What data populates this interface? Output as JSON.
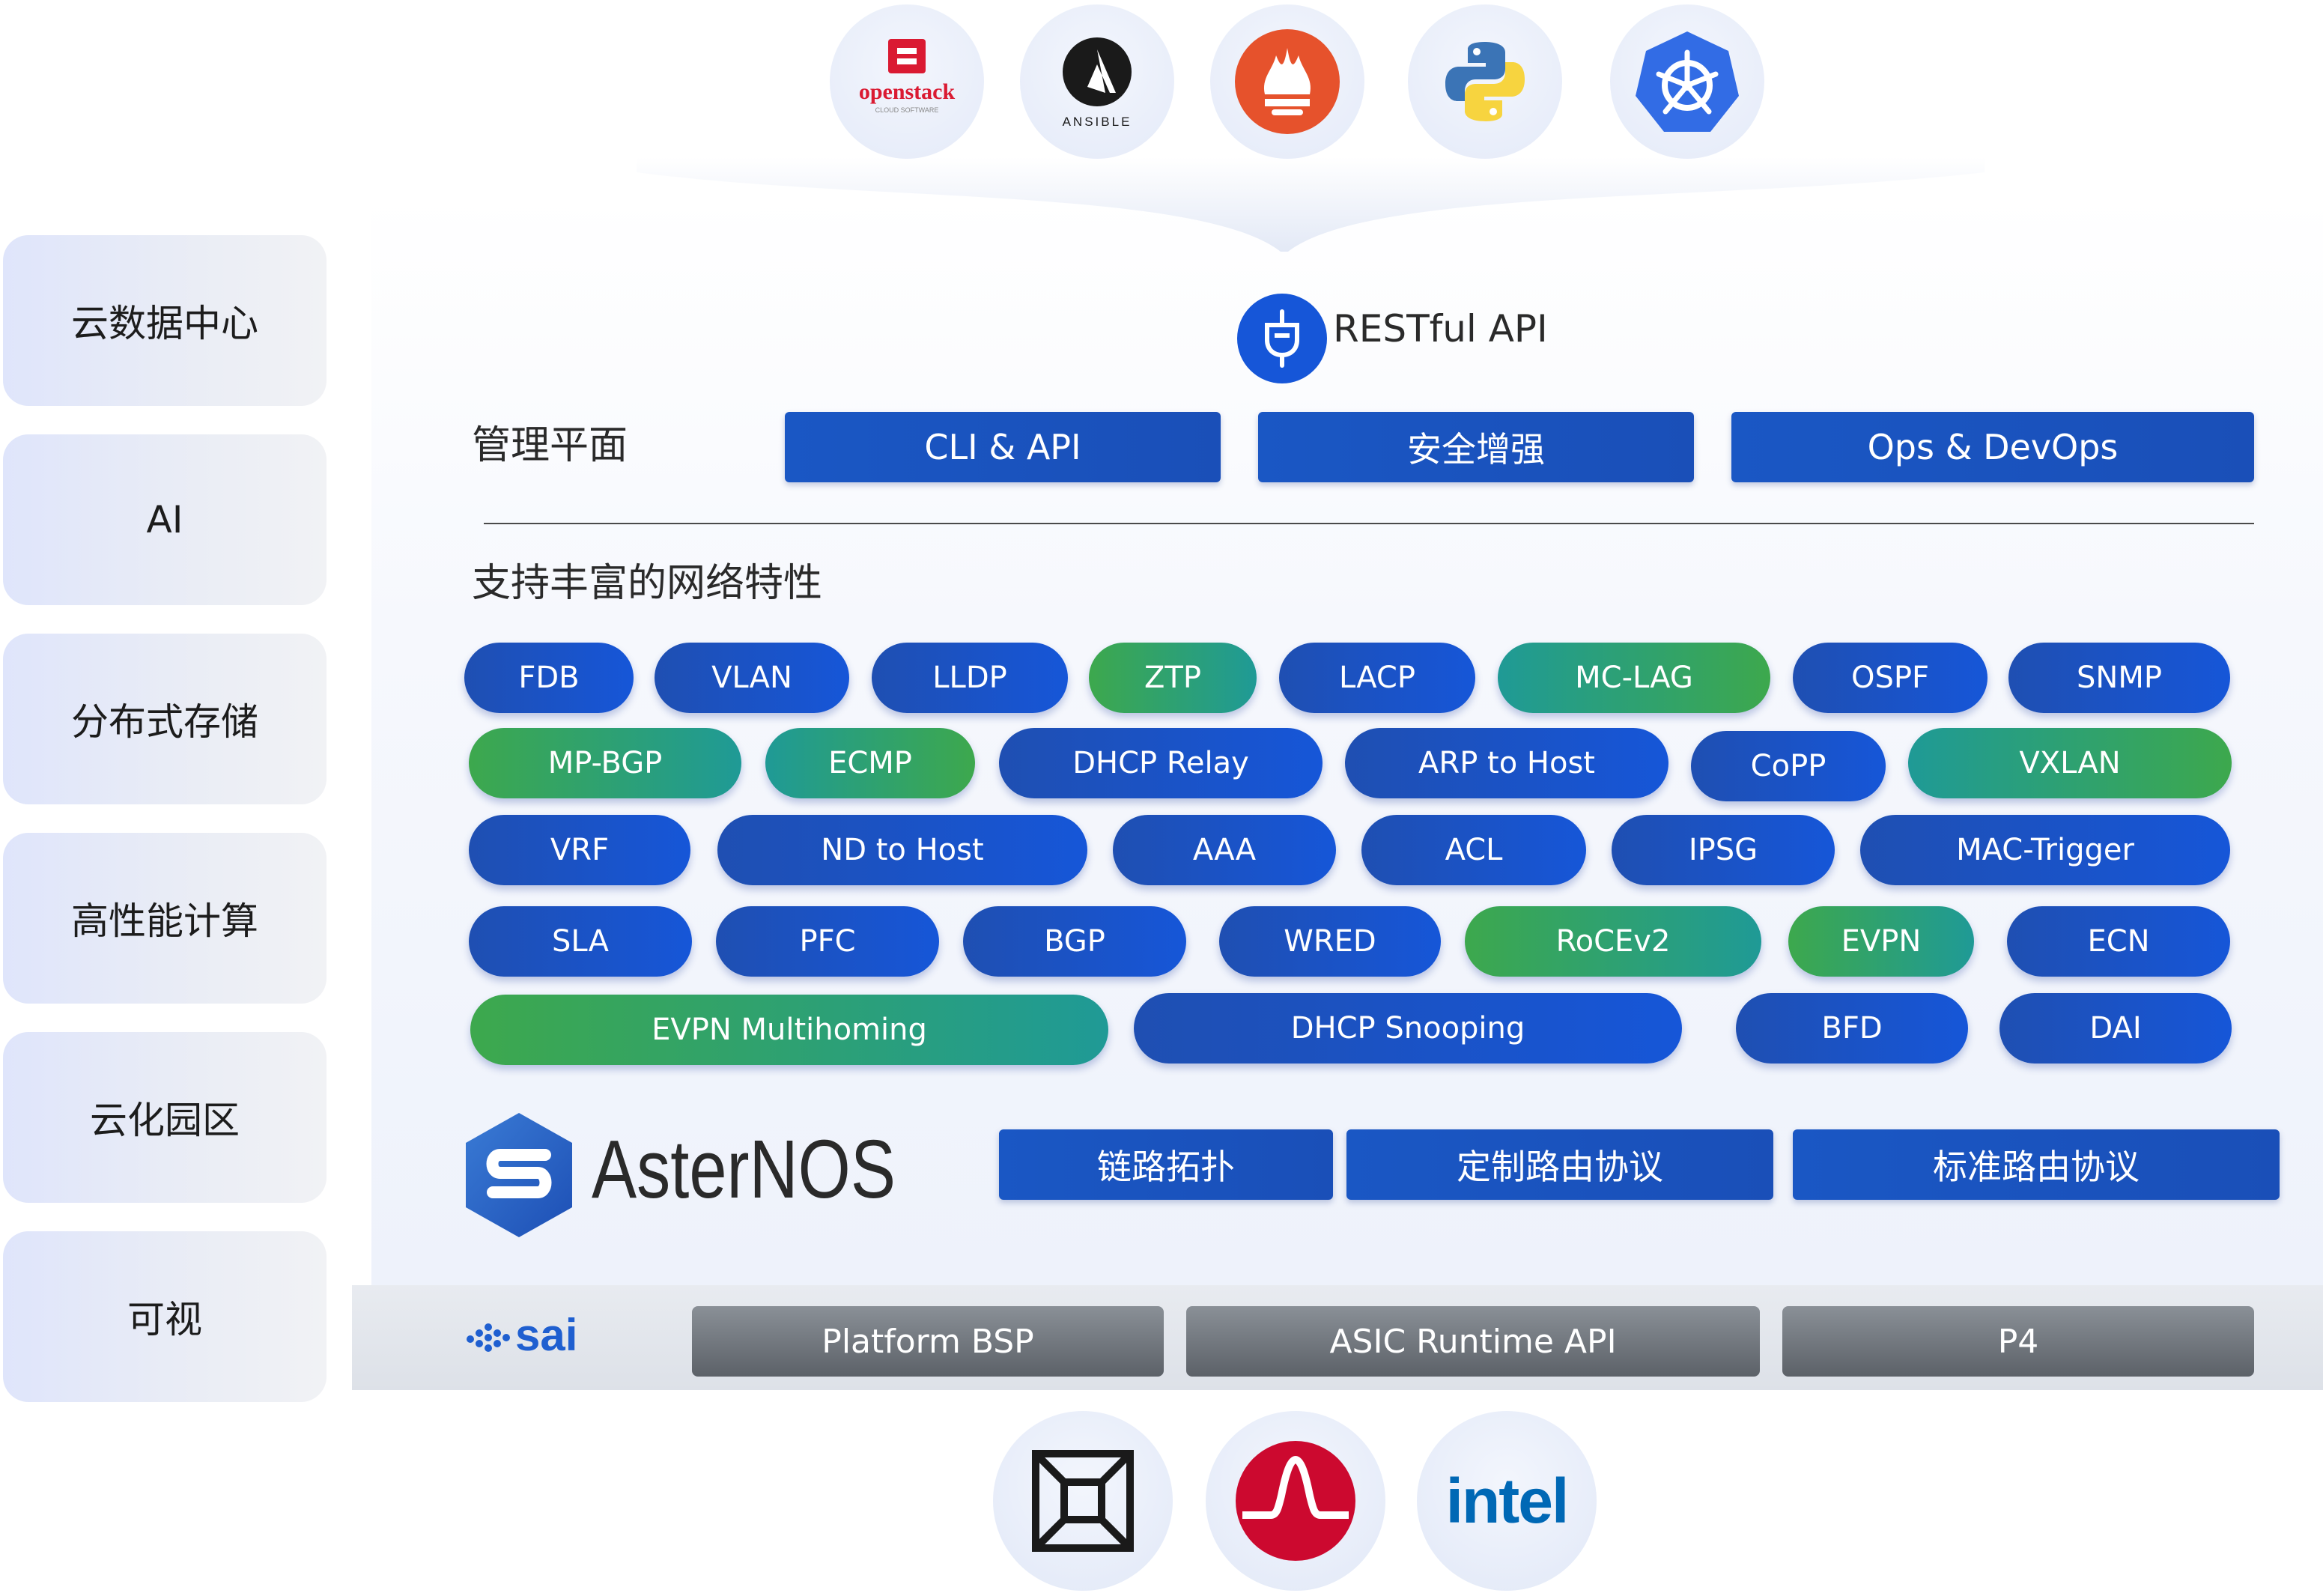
{
  "scenarios": [
    "云数据中心",
    "AI",
    "分布式存储",
    "高性能计算",
    "云化园区",
    "可视"
  ],
  "ecosystem": [
    {
      "icon": "openstack-icon",
      "text": "openstack",
      "subtext": "CLOUD SOFTWARE",
      "color": "#da1a32"
    },
    {
      "icon": "ansible-icon",
      "text": "ANSIBLE",
      "color": "#1a1a1a"
    },
    {
      "icon": "prometheus-icon",
      "color": "#e6522c"
    },
    {
      "icon": "python-icon",
      "colors": [
        "#3b74b6",
        "#f7d43f"
      ]
    },
    {
      "icon": "kubernetes-icon",
      "color": "#326ce5"
    }
  ],
  "api": {
    "label": "RESTful API",
    "icon": "plug-icon"
  },
  "management": {
    "title": "管理平面",
    "buttons": [
      "CLI & API",
      "安全增强",
      "Ops & DevOps"
    ]
  },
  "features": {
    "title": "支持丰富的网络特性",
    "rows": [
      [
        {
          "label": "FDB",
          "style": "blue"
        },
        {
          "label": "VLAN",
          "style": "blue"
        },
        {
          "label": "LLDP",
          "style": "blue"
        },
        {
          "label": "ZTP",
          "style": "green"
        },
        {
          "label": "LACP",
          "style": "blue"
        },
        {
          "label": "MC-LAG",
          "style": "teal"
        },
        {
          "label": "OSPF",
          "style": "blue"
        },
        {
          "label": "SNMP",
          "style": "blue"
        }
      ],
      [
        {
          "label": "MP-BGP",
          "style": "green"
        },
        {
          "label": "ECMP",
          "style": "teal"
        },
        {
          "label": "DHCP Relay",
          "style": "blue"
        },
        {
          "label": "ARP to Host",
          "style": "blue"
        },
        {
          "label": "CoPP",
          "style": "blue"
        },
        {
          "label": "VXLAN",
          "style": "teal"
        }
      ],
      [
        {
          "label": "VRF",
          "style": "blue"
        },
        {
          "label": "ND to Host",
          "style": "blue"
        },
        {
          "label": "AAA",
          "style": "blue"
        },
        {
          "label": "ACL",
          "style": "blue"
        },
        {
          "label": "IPSG",
          "style": "blue"
        },
        {
          "label": "MAC-Trigger",
          "style": "blue"
        }
      ],
      [
        {
          "label": "SLA",
          "style": "blue"
        },
        {
          "label": "PFC",
          "style": "blue"
        },
        {
          "label": "BGP",
          "style": "blue"
        },
        {
          "label": "WRED",
          "style": "blue"
        },
        {
          "label": "RoCEv2",
          "style": "green"
        },
        {
          "label": "EVPN",
          "style": "green"
        },
        {
          "label": "ECN",
          "style": "blue"
        }
      ],
      [
        {
          "label": "EVPN Multihoming",
          "style": "green"
        },
        {
          "label": "DHCP Snooping",
          "style": "blue"
        },
        {
          "label": "BFD",
          "style": "blue"
        },
        {
          "label": "DAI",
          "style": "blue"
        }
      ]
    ]
  },
  "os": {
    "name": "AsterNOS",
    "protocols": [
      "链路拓扑",
      "定制路由协议",
      "标准路由协议"
    ]
  },
  "platform": {
    "sai_label": "sai",
    "items": [
      "Platform BSP",
      "ASIC Runtime API",
      "P4"
    ]
  },
  "chips": [
    {
      "icon": "asic-vendor-icon",
      "color": "#1a1a1a"
    },
    {
      "icon": "broadcom-icon",
      "color": "#cc092f"
    },
    {
      "icon": "intel-icon",
      "text": "intel",
      "color": "#0068b5"
    }
  ]
}
